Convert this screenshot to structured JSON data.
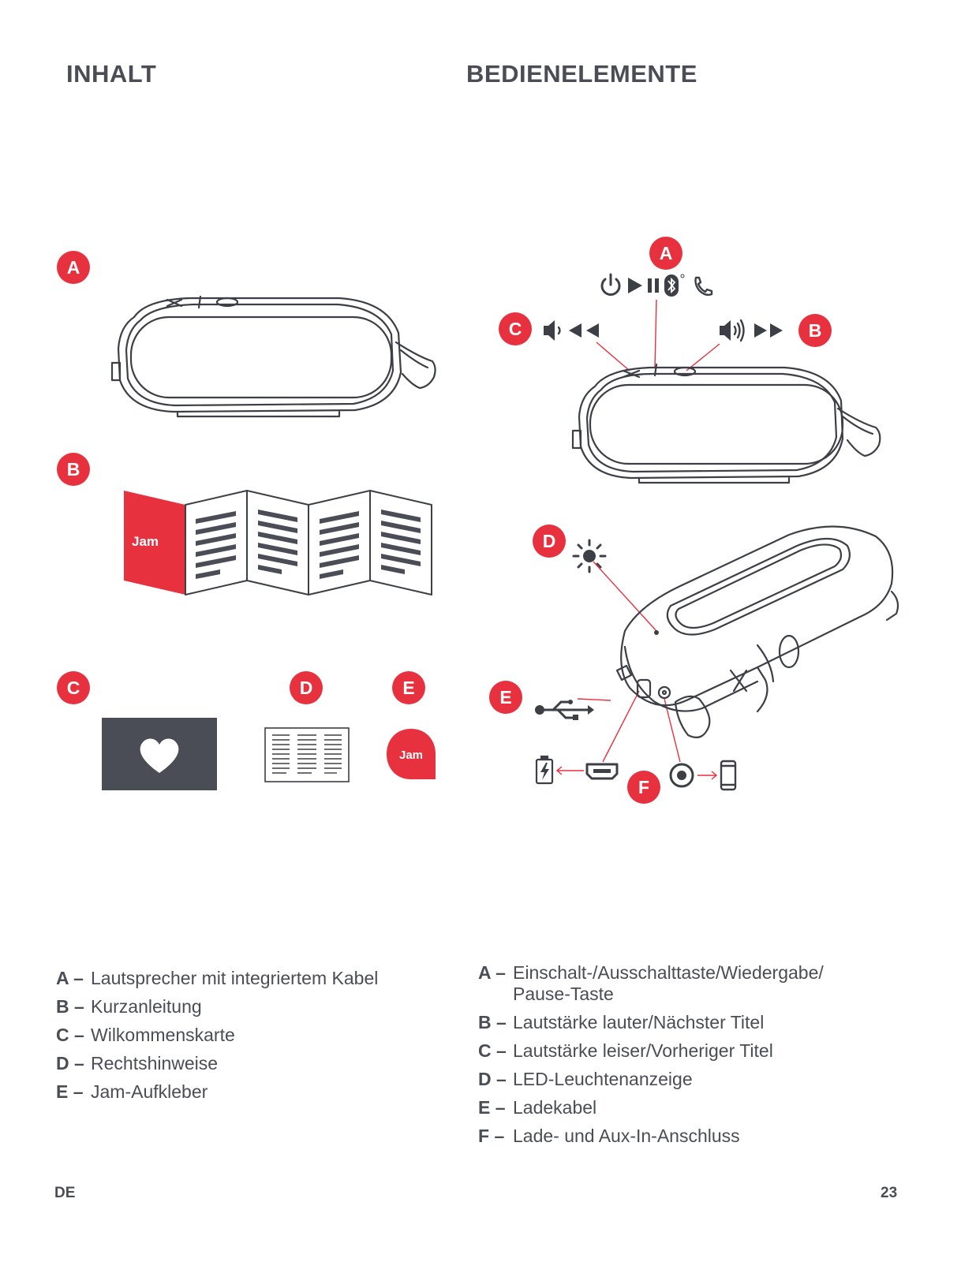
{
  "headings": {
    "contents": "INHALT",
    "controls": "BEDIENELEMENTE"
  },
  "contents_badges": [
    "A",
    "B",
    "C",
    "D",
    "E"
  ],
  "controls_badges": [
    "A",
    "C",
    "B",
    "D",
    "E",
    "F"
  ],
  "logo_text": "Jam",
  "contents_list": [
    {
      "key": "A",
      "text": "Lautsprecher mit integriertem Kabel"
    },
    {
      "key": "B",
      "text": "Kurzanleitung"
    },
    {
      "key": "C",
      "text": "Wilkommenskarte"
    },
    {
      "key": "D",
      "text": "Rechtshinweise"
    },
    {
      "key": "E",
      "text": "Jam-Aufkleber"
    }
  ],
  "controls_list": [
    {
      "key": "A",
      "line1": "Einschalt-/Ausschalttaste/Wiedergabe/",
      "line2": "Pause-Taste"
    },
    {
      "key": "B",
      "line1": "Lautstärke lauter/Nächster Titel"
    },
    {
      "key": "C",
      "line1": "Lautstärke leiser/Vorheriger Titel"
    },
    {
      "key": "D",
      "line1": "LED-Leuchtenanzeige"
    },
    {
      "key": "E",
      "line1": "Ladekabel"
    },
    {
      "key": "F",
      "line1": "Lade- und Aux-In-Anschluss"
    }
  ],
  "footer": {
    "language": "DE",
    "page_number": "23"
  },
  "colors": {
    "accent": "#e8313f",
    "text": "#4a4d55",
    "line": "#3c3f46"
  },
  "icons": [
    "power-icon",
    "play-icon",
    "pause-icon",
    "bluetooth-icon",
    "phone-icon",
    "volume-down-icon",
    "rewind-icon",
    "volume-up-icon",
    "fast-forward-icon",
    "led-light-icon",
    "usb-icon",
    "battery-charging-icon",
    "micro-usb-port-icon",
    "aux-port-icon",
    "smartphone-icon",
    "heart-icon"
  ]
}
